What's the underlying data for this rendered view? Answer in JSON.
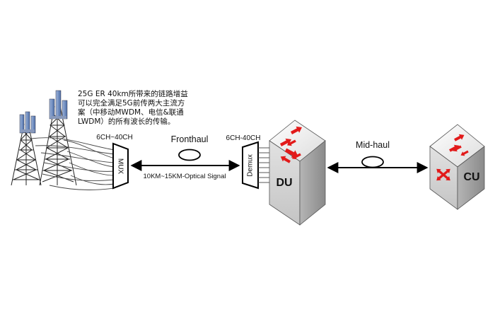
{
  "note_lines": [
    "25G ER 40km所带来的链路增益",
    "可以完全满足5G前传两大主流方",
    "案（中移动MWDM、电信&联通",
    "LWDM）的所有波长的传输。"
  ],
  "mux": {
    "label": "MUX",
    "channel_label": "6CH~40CH"
  },
  "demux": {
    "label": "Demux",
    "channel_label": "6CH-40CH"
  },
  "fronthaul": {
    "label": "Fronthaul",
    "signal_label": "10KM~15KM-Optical Signal"
  },
  "midhaul": {
    "label": "Mid-haul"
  },
  "du": {
    "label": "DU"
  },
  "cu": {
    "label": "CU"
  },
  "colors": {
    "arrow_red": "#e21a1a",
    "cube_front": "#d3d3d3",
    "cube_side": "#9a9a9a",
    "cube_top": "#f2f2f2",
    "antenna_blue": "#6f8fc0"
  },
  "icons": [
    "cell-tower-icon",
    "fiber-loop-icon",
    "router-cube-icon"
  ]
}
